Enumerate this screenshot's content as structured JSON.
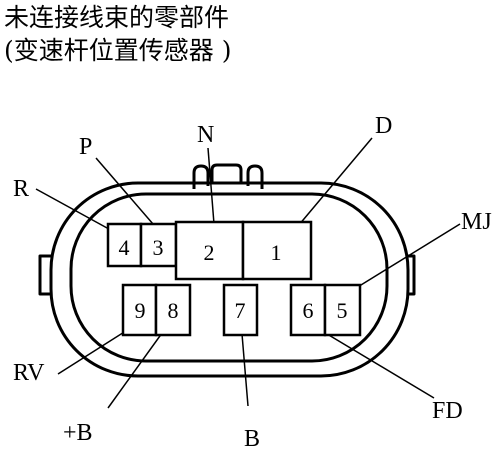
{
  "title": {
    "line1": "未连接线束的零部件",
    "line2": "(变速杆位置传感器 )"
  },
  "pins": {
    "p1": "1",
    "p2": "2",
    "p3": "3",
    "p4": "4",
    "p5": "5",
    "p6": "6",
    "p7": "7",
    "p8": "8",
    "p9": "9"
  },
  "callouts": {
    "N": "N",
    "P": "P",
    "D": "D",
    "R": "R",
    "MJ": "MJ",
    "RV": "RV",
    "plusB": "+B",
    "B": "B",
    "FD": "FD"
  }
}
